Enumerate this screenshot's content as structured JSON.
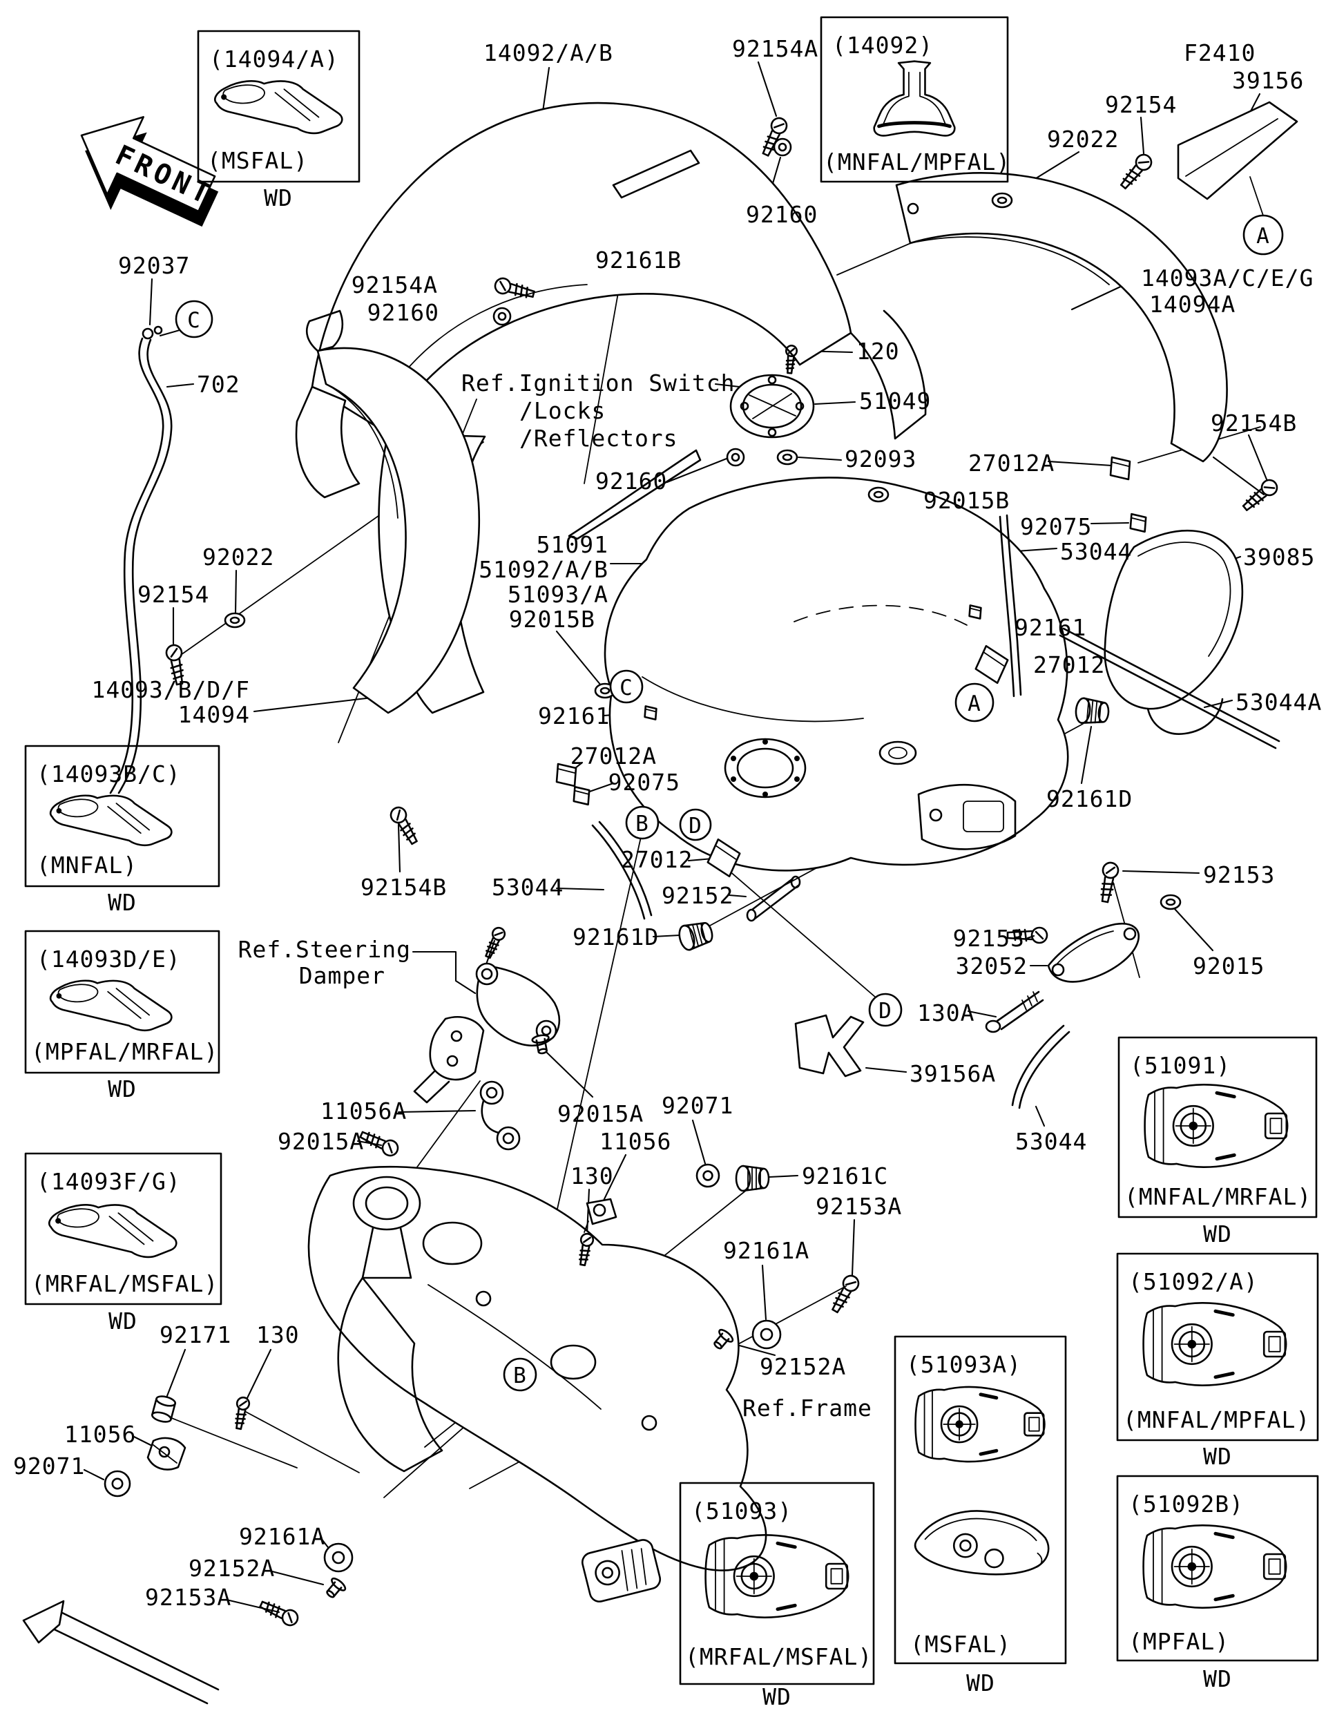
{
  "front_marker": "FRONT",
  "fig_code": "F2410",
  "wd": "WD",
  "circles": {
    "a": "A",
    "b": "B",
    "c": "C",
    "d": "D"
  },
  "refs": {
    "ignition": "Ref.Ignition Switch",
    "locks": "/Locks",
    "reflectors": "/Reflectors",
    "steering": "Ref.Steering",
    "damper": "Damper",
    "frame": "Ref.Frame"
  },
  "labels": {
    "l_14092ab": "14092/A/B",
    "l_92154a_top": "92154A",
    "l_92160_top": "92160",
    "l_92161b": "92161B",
    "l_92154a_left": "92154A",
    "l_92160_left": "92160",
    "l_120": "120",
    "l_51049": "51049",
    "l_92160_mid": "92160",
    "l_92093": "92093",
    "l_27012a_r": "27012A",
    "l_92015b_r": "92015B",
    "l_92075_r": "92075",
    "l_53044_r": "53044",
    "l_39085": "39085",
    "l_92161_r": "92161",
    "l_27012_r": "27012",
    "l_53044a": "53044A",
    "l_92154_tr": "92154",
    "l_92022_tr": "92022",
    "l_39156": "39156",
    "l_14093aceg": "14093A/C/E/G",
    "l_14094a_r": "14094A",
    "l_92154b_r": "92154B",
    "l_92037": "92037",
    "l_702": "702",
    "l_51091": "51091",
    "l_51092ab": "51092/A/B",
    "l_51093a_c": "51093/A",
    "l_92015b_l": "92015B",
    "l_92161_c": "92161",
    "l_92022_l": "92022",
    "l_92154_l": "92154",
    "l_14093bdf": "14093/B/D/F",
    "l_14094_l": "14094",
    "l_27012a_l": "27012A",
    "l_92075_l": "92075",
    "l_27012_l": "27012",
    "l_92152": "92152",
    "l_92161d_l": "92161D",
    "l_92154b_l": "92154B",
    "l_53044_lm": "53044",
    "l_92153_r": "92153",
    "l_92153_m": "92153",
    "l_32052": "32052",
    "l_92015": "92015",
    "l_130a": "130A",
    "l_39156a": "39156A",
    "l_53044_br": "53044",
    "l_92161d_r": "92161D",
    "l_11056a": "11056A",
    "l_92015a_r": "92015A",
    "l_92015a_l": "92015A",
    "l_92071_r": "92071",
    "l_11056_r": "11056",
    "l_130_r": "130",
    "l_92161c": "92161C",
    "l_92153a_r": "92153A",
    "l_92161a_r": "92161A",
    "l_92152a_r": "92152A",
    "l_92171": "92171",
    "l_130_l": "130",
    "l_11056_l": "11056",
    "l_92071_l": "92071",
    "l_92161a_l": "92161A",
    "l_92152a_l": "92152A",
    "l_92153a_l": "92153A"
  },
  "boxes": {
    "b14094a": {
      "title": "(14094/A)",
      "variant": "(MSFAL)"
    },
    "b14092": {
      "title": "(14092)",
      "variant": "(MNFAL/MPFAL)"
    },
    "b14093bc": {
      "title": "(14093B/C)",
      "variant": "(MNFAL)"
    },
    "b14093de": {
      "title": "(14093D/E)",
      "variant": "(MPFAL/MRFAL)"
    },
    "b14093fg": {
      "title": "(14093F/G)",
      "variant": "(MRFAL/MSFAL)"
    },
    "b51091": {
      "title": "(51091)",
      "variant": "(MNFAL/MRFAL)"
    },
    "b51092a": {
      "title": "(51092/A)",
      "variant": "(MNFAL/MPFAL)"
    },
    "b51092b": {
      "title": "(51092B)",
      "variant": "(MPFAL)"
    },
    "b51093": {
      "title": "(51093)",
      "variant": "(MRFAL/MSFAL)"
    },
    "b51093a": {
      "title": "(51093A)",
      "variant": "(MSFAL)"
    }
  },
  "colors": {
    "ink": "#000000",
    "paper": "#ffffff"
  }
}
